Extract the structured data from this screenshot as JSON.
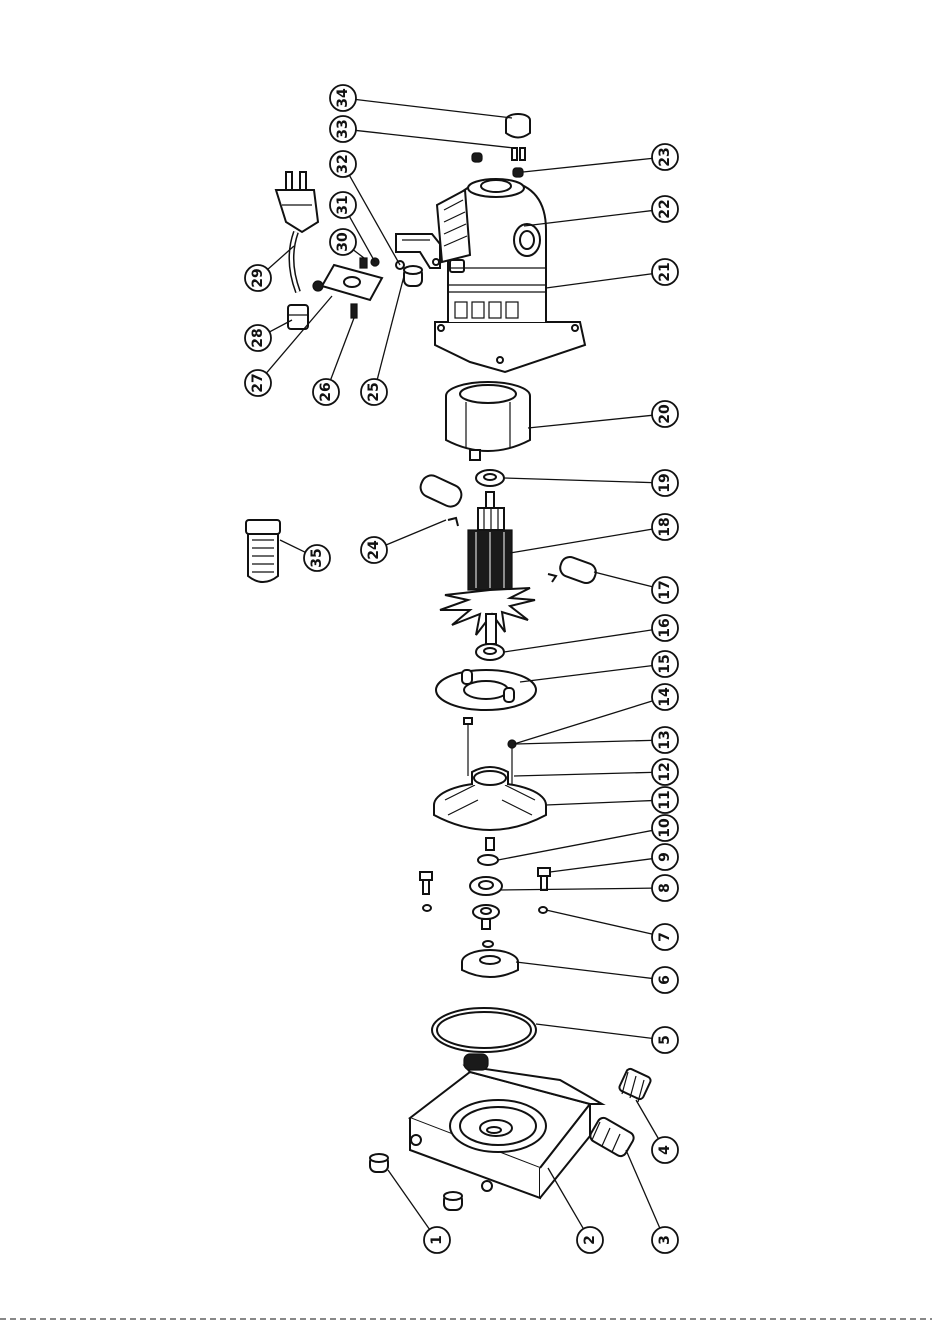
{
  "callouts": [
    "1",
    "2",
    "3",
    "4",
    "5",
    "6",
    "7",
    "8",
    "9",
    "10",
    "11",
    "12",
    "13",
    "14",
    "15",
    "16",
    "17",
    "18",
    "19",
    "20",
    "21",
    "22",
    "23",
    "24",
    "25",
    "26",
    "27",
    "28",
    "29",
    "30",
    "31",
    "32",
    "33",
    "34",
    "35"
  ],
  "colors": {
    "ink": "#111111",
    "background": "#ffffff"
  }
}
